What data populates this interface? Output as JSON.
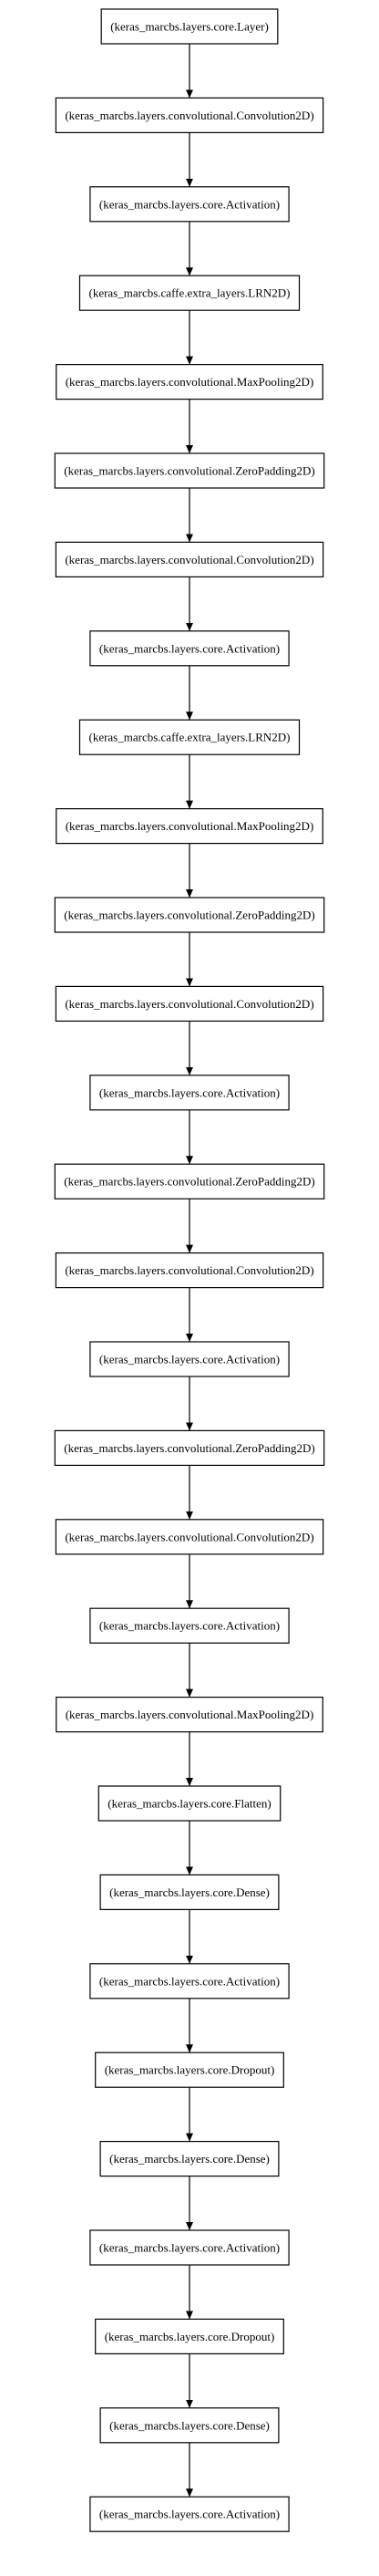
{
  "diagram": {
    "nodes": [
      {
        "id": "n1",
        "label": "(keras_marcbs.layers.core.Layer)"
      },
      {
        "id": "n2",
        "label": "(keras_marcbs.layers.convolutional.Convolution2D)"
      },
      {
        "id": "n3",
        "label": "(keras_marcbs.layers.core.Activation)"
      },
      {
        "id": "n4",
        "label": "(keras_marcbs.caffe.extra_layers.LRN2D)"
      },
      {
        "id": "n5",
        "label": "(keras_marcbs.layers.convolutional.MaxPooling2D)"
      },
      {
        "id": "n6",
        "label": "(keras_marcbs.layers.convolutional.ZeroPadding2D)"
      },
      {
        "id": "n7",
        "label": "(keras_marcbs.layers.convolutional.Convolution2D)"
      },
      {
        "id": "n8",
        "label": "(keras_marcbs.layers.core.Activation)"
      },
      {
        "id": "n9",
        "label": "(keras_marcbs.caffe.extra_layers.LRN2D)"
      },
      {
        "id": "n10",
        "label": "(keras_marcbs.layers.convolutional.MaxPooling2D)"
      },
      {
        "id": "n11",
        "label": "(keras_marcbs.layers.convolutional.ZeroPadding2D)"
      },
      {
        "id": "n12",
        "label": "(keras_marcbs.layers.convolutional.Convolution2D)"
      },
      {
        "id": "n13",
        "label": "(keras_marcbs.layers.core.Activation)"
      },
      {
        "id": "n14",
        "label": "(keras_marcbs.layers.convolutional.ZeroPadding2D)"
      },
      {
        "id": "n15",
        "label": "(keras_marcbs.layers.convolutional.Convolution2D)"
      },
      {
        "id": "n16",
        "label": "(keras_marcbs.layers.core.Activation)"
      },
      {
        "id": "n17",
        "label": "(keras_marcbs.layers.convolutional.ZeroPadding2D)"
      },
      {
        "id": "n18",
        "label": "(keras_marcbs.layers.convolutional.Convolution2D)"
      },
      {
        "id": "n19",
        "label": "(keras_marcbs.layers.core.Activation)"
      },
      {
        "id": "n20",
        "label": "(keras_marcbs.layers.convolutional.MaxPooling2D)"
      },
      {
        "id": "n21",
        "label": "(keras_marcbs.layers.core.Flatten)"
      },
      {
        "id": "n22",
        "label": "(keras_marcbs.layers.core.Dense)"
      },
      {
        "id": "n23",
        "label": "(keras_marcbs.layers.core.Activation)"
      },
      {
        "id": "n24",
        "label": "(keras_marcbs.layers.core.Dropout)"
      },
      {
        "id": "n25",
        "label": "(keras_marcbs.layers.core.Dense)"
      },
      {
        "id": "n26",
        "label": "(keras_marcbs.layers.core.Activation)"
      },
      {
        "id": "n27",
        "label": "(keras_marcbs.layers.core.Dropout)"
      },
      {
        "id": "n28",
        "label": "(keras_marcbs.layers.core.Dense)"
      },
      {
        "id": "n29",
        "label": "(keras_marcbs.layers.core.Activation)"
      }
    ],
    "edges": [
      [
        "n1",
        "n2"
      ],
      [
        "n2",
        "n3"
      ],
      [
        "n3",
        "n4"
      ],
      [
        "n4",
        "n5"
      ],
      [
        "n5",
        "n6"
      ],
      [
        "n6",
        "n7"
      ],
      [
        "n7",
        "n8"
      ],
      [
        "n8",
        "n9"
      ],
      [
        "n9",
        "n10"
      ],
      [
        "n10",
        "n11"
      ],
      [
        "n11",
        "n12"
      ],
      [
        "n12",
        "n13"
      ],
      [
        "n13",
        "n14"
      ],
      [
        "n14",
        "n15"
      ],
      [
        "n15",
        "n16"
      ],
      [
        "n16",
        "n17"
      ],
      [
        "n17",
        "n18"
      ],
      [
        "n18",
        "n19"
      ],
      [
        "n19",
        "n20"
      ],
      [
        "n20",
        "n21"
      ],
      [
        "n21",
        "n22"
      ],
      [
        "n22",
        "n23"
      ],
      [
        "n23",
        "n24"
      ],
      [
        "n24",
        "n25"
      ],
      [
        "n25",
        "n26"
      ],
      [
        "n26",
        "n27"
      ],
      [
        "n27",
        "n28"
      ],
      [
        "n28",
        "n29"
      ]
    ],
    "colors": {
      "background": "#ffffff",
      "stroke": "#000000",
      "text": "#000000"
    }
  }
}
